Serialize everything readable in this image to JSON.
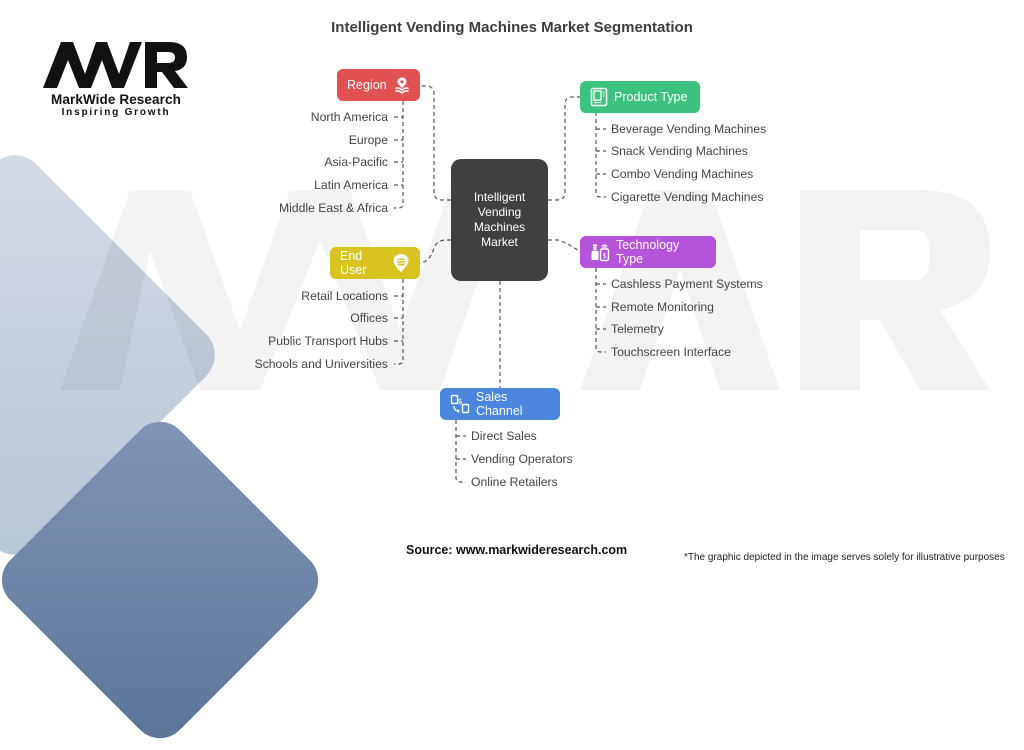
{
  "title": "Intelligent Vending Machines Market Segmentation",
  "logo": {
    "mark": "MWR",
    "name": "MarkWide Research",
    "tagline": "Inspiring Growth"
  },
  "center": {
    "label": "Intelligent Vending Machines Market"
  },
  "colors": {
    "region": "#e05252",
    "product_type": "#3cc17e",
    "technology_type": "#b553d9",
    "end_user": "#d9c320",
    "sales_channel": "#4a86dd",
    "center": "#404040"
  },
  "segments": {
    "region": {
      "label": "Region",
      "icon": "map-pin-icon",
      "items": [
        "North America",
        "Europe",
        "Asia-Pacific",
        "Latin America",
        "Middle East & Africa"
      ]
    },
    "product_type": {
      "label": "Product Type",
      "icon": "vending-machine-icon",
      "items": [
        "Beverage Vending Machines",
        "Snack Vending Machines",
        "Combo Vending Machines",
        "Cigarette Vending Machines"
      ]
    },
    "technology_type": {
      "label": "Technology Type",
      "icon": "payment-device-icon",
      "items": [
        "Cashless Payment Systems",
        "Remote Monitoring",
        "Telemetry",
        "Touchscreen Interface"
      ]
    },
    "end_user": {
      "label": "End User",
      "icon": "location-user-icon",
      "items": [
        "Retail Locations",
        "Offices",
        "Public Transport Hubs",
        "Schools and Universities"
      ]
    },
    "sales_channel": {
      "label": "Sales Channel",
      "icon": "exchange-money-icon",
      "items": [
        "Direct Sales",
        "Vending Operators",
        "Online Retailers"
      ]
    }
  },
  "footer": {
    "source": "Source: www.markwideresearch.com",
    "note": "*The graphic depicted in the image serves solely for illustrative purposes"
  }
}
